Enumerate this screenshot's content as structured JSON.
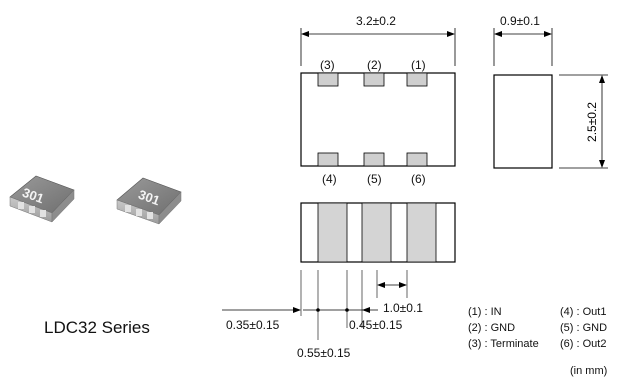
{
  "chips": [
    {
      "marking": "301"
    },
    {
      "marking": "301"
    }
  ],
  "series_label": "LDC32 Series",
  "dimensions": {
    "length": "3.2±0.2",
    "thickness": "0.9±0.1",
    "width": "2.5±0.2",
    "pitch": "1.0±0.1",
    "edge_offset": "0.35±0.15",
    "pad_width": "0.55±0.15",
    "pad_gap": "0.45±0.15"
  },
  "pad_numbers_top": [
    "(3)",
    "(2)",
    "(1)"
  ],
  "pad_numbers_bottom": [
    "(4)",
    "(5)",
    "(6)"
  ],
  "pin_legend": {
    "left": [
      "(1) : IN",
      "(2) : GND",
      "(3) : Terminate"
    ],
    "right": [
      "(4) : Out1",
      "(5) : GND",
      "(6) : Out2"
    ]
  },
  "unit_note": "(in mm)"
}
